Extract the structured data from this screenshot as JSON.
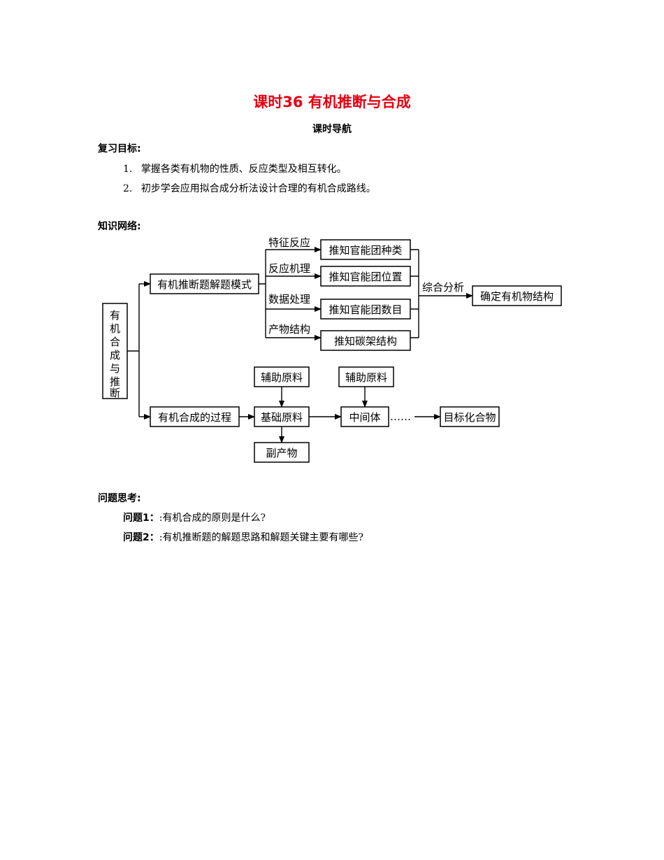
{
  "title": "课时36  有机推断与合成",
  "subtitle": "课时导航",
  "objectives": {
    "heading": "复习目标:",
    "items": [
      {
        "num": "1.",
        "text": "掌握各类有机物的性质、反应类型及相互转化。"
      },
      {
        "num": "2.",
        "text": "初步学会应用拟合成分析法设计合理的有机合成路线。"
      }
    ]
  },
  "network": {
    "heading": "知识网络:",
    "root": [
      "有",
      "机",
      "合",
      "成",
      "与",
      "推",
      "断"
    ],
    "mode_box": "有机推断题解题模式",
    "branch_labels": [
      "特征反应",
      "反应机理",
      "数据处理",
      "产物结构"
    ],
    "infer_boxes": [
      "推知官能团种类",
      "推知官能团位置",
      "推知官能团数目",
      "推知碳架结构"
    ],
    "analysis_label": "综合分析",
    "structure_box": "确定有机物结构",
    "process_box": "有机合成的过程",
    "aux_box_1": "辅助原料",
    "aux_box_2": "辅助原料",
    "base_box": "基础原料",
    "intermediate_box": "中间体",
    "ellipsis": "……",
    "target_box": "目标化合物",
    "byproduct_box": "副产物"
  },
  "questions": {
    "heading": "问题思考:",
    "items": [
      {
        "label": "问题1：",
        "text": ":有机合成的原则是什么?"
      },
      {
        "label": "问题2：",
        "text": ":有机推断题的解题思路和解题关键主要有哪些?"
      }
    ]
  },
  "colors": {
    "title": "#e60012",
    "text": "#000000",
    "background": "#ffffff"
  }
}
